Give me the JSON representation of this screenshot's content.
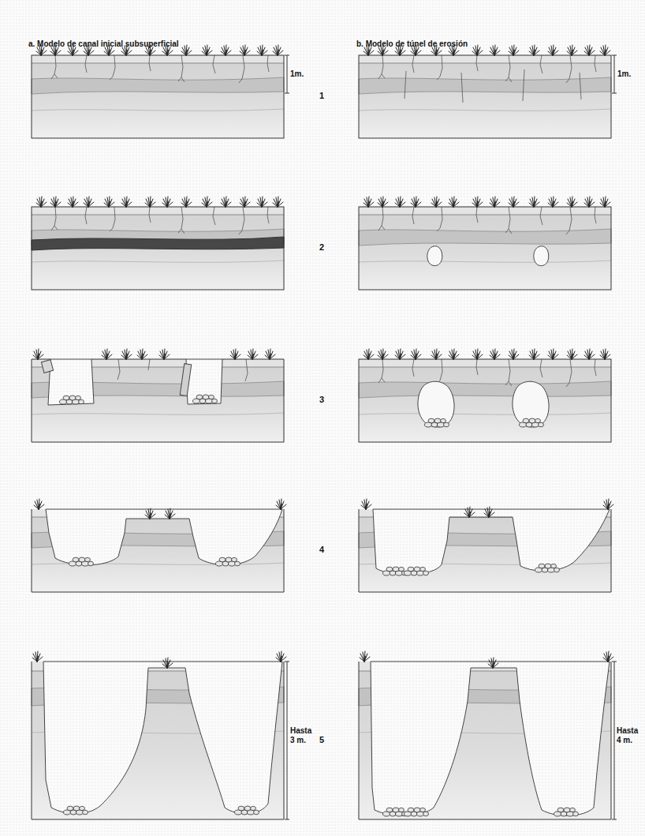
{
  "diagram": {
    "labels": [
      "a. Modelo de canal inicial subsuperficial",
      "b. Modelo de túnel de erosión",
      "1m.",
      "1",
      "1m.",
      "2",
      "3",
      "4",
      "Hasta 3 m.",
      "5",
      "Hasta 4 m."
    ]
  }
}
